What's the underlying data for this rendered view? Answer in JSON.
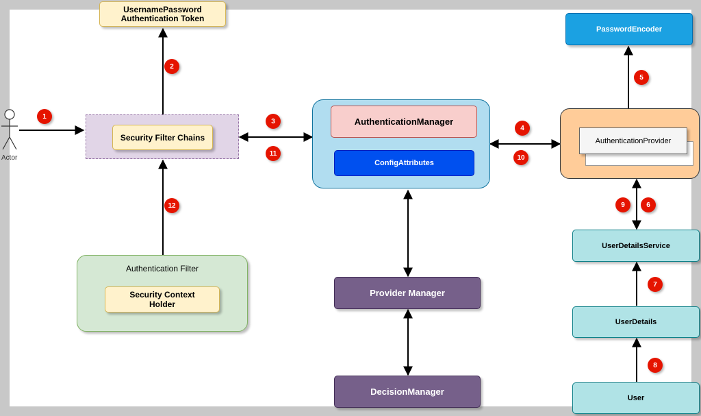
{
  "colors": {
    "badge": "#e51400",
    "token": "#fff2cc",
    "filter_chain_group": "#e1d5e7",
    "manager_group": "#b1ddf0",
    "auth_manager": "#f8cecc",
    "config_attributes": "#0050ef",
    "password_encoder": "#1ba1e2",
    "provider_group": "#ffcc99",
    "user_details": "#b0e3e6",
    "auth_filter_group": "#d5e8d4",
    "purple": "#76608a"
  },
  "actor": {
    "label": "Actor",
    "icon": "stick-figure-icon"
  },
  "nodes": {
    "token": "UsernamePassword\nAuthentication Token",
    "filter_chains": "Security Filter Chains",
    "auth_manager": "AuthenticationManager",
    "config_attributes": "ConfigAttributes",
    "provider_manager": "Provider Manager",
    "decision_manager": "DecisionManager",
    "password_encoder": "PasswordEncoder",
    "auth_provider": "AuthenticationProvider",
    "user_details_service": "UserDetailsService",
    "user_details": "UserDetails",
    "user": "User",
    "auth_filter": "Authentication Filter",
    "context_holder": "Security Context\nHolder"
  },
  "badges": [
    "1",
    "2",
    "3",
    "4",
    "5",
    "6",
    "7",
    "8",
    "9",
    "10",
    "11",
    "12"
  ]
}
